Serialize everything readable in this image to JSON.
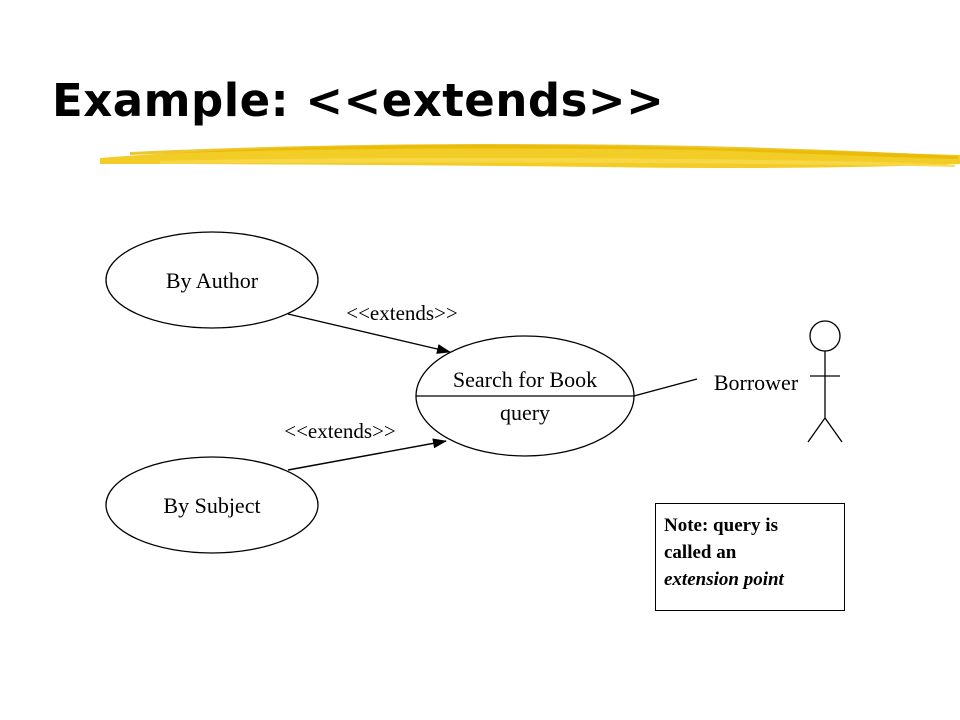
{
  "slide": {
    "title": "Example: <<extends>>",
    "accent_color": "#F2C80F"
  },
  "diagram": {
    "use_cases": {
      "by_author": "By Author",
      "by_subject": "By Subject",
      "search_for_book": {
        "name": "Search for Book",
        "extension_point": "query"
      }
    },
    "relations": {
      "extends_top": "<<extends>>",
      "extends_bottom": "<<extends>>"
    },
    "actor": {
      "name": "Borrower",
      "icon": "stick-figure-icon"
    },
    "note": {
      "line1": "Note:  query is",
      "line2": "called an",
      "line3": "extension point"
    }
  }
}
